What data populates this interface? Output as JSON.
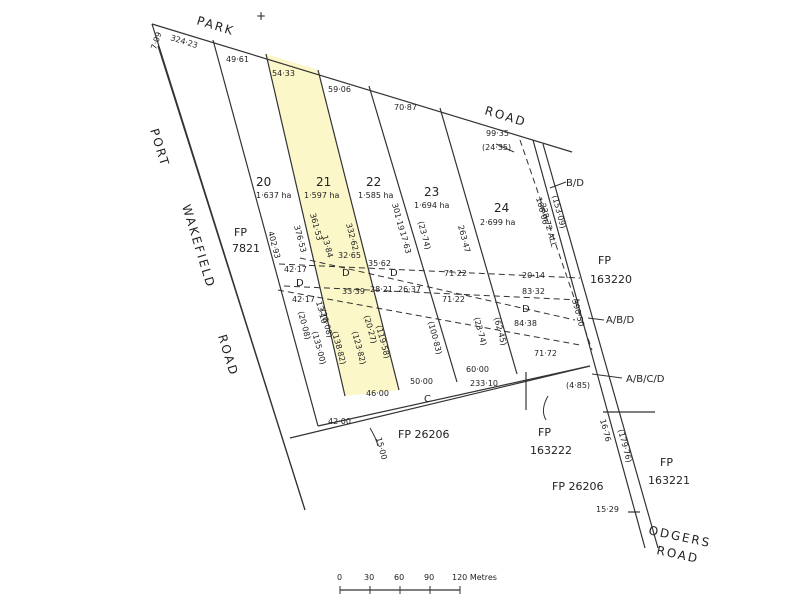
{
  "roads": {
    "park": "PARK",
    "road_top": "ROAD",
    "port": "PORT",
    "wakefield": "WAKEFIELD",
    "road_left": "ROAD",
    "odgers": "ODGERS",
    "road_bottom": "ROAD"
  },
  "lots": [
    {
      "number": "20",
      "area": "1·637 ha"
    },
    {
      "number": "21",
      "area": "1·597 ha"
    },
    {
      "number": "22",
      "area": "1·585 ha"
    },
    {
      "number": "23",
      "area": "1·694 ha"
    },
    {
      "number": "24",
      "area": "2·699 ha"
    }
  ],
  "highlight_color": "#fbf7c8",
  "references": {
    "fp7821": "FP",
    "fp7821_num": "7821",
    "fp163220": "FP",
    "fp163220_num": "163220",
    "fp26206_a": "FP 26206",
    "fp163222": "FP",
    "fp163222_num": "163222",
    "fp163221": "FP",
    "fp163221_num": "163221",
    "fp26206_b": "FP 26206"
  },
  "easements": {
    "bd": "B/D",
    "abd": "A/B/D",
    "abcd": "A/B/C/D",
    "d1": "D",
    "d2": "D",
    "d3": "D",
    "d4": "D",
    "c": "C"
  },
  "dimensions": {
    "d324": "324·23",
    "d709": "7·09",
    "d4961": "49·61",
    "d5433": "54·33",
    "d5906": "59·06",
    "d7087": "70·87",
    "d9935": "99·35",
    "d2435": "(24·35)",
    "d40293": "402·93",
    "d37653": "376·53",
    "d36153": "361·53",
    "d1384": "13·84",
    "d33262": "332·62",
    "d3265": "32·65",
    "d30119": "301·19",
    "d1763": "17·63",
    "d2374a": "(23·74)",
    "d26347": "263·47",
    "d16606": "166·06",
    "d23872": "238·72 ALL",
    "d15309": "(153·09)",
    "d4217a": "42·17",
    "d3562": "35·62",
    "d7122a": "71·22",
    "d2014": "20·14",
    "d8332": "83·32",
    "d4217b": "42·17",
    "d3339": "33·39",
    "d2821": "28·21",
    "d2637": "26·37",
    "d7122b": "71·22",
    "d1310": "13·10",
    "d2008a": "(20·08)",
    "d13500": "(135·00)",
    "d2008b": "(20·08)",
    "d13882": "(138·82)",
    "d12382": "(123·82)",
    "d2027": "(20·27)",
    "d11958": "(119·58)",
    "d10083": "(100·83)",
    "d2374b": "(23·74)",
    "d6245": "(62·45)",
    "d8438": "84·38",
    "d39050": "390·50",
    "d7172": "71·72",
    "d485": "(4·85)",
    "d4600": "46·00",
    "d5000": "50·00",
    "d6000": "60·00",
    "d23310": "233·10",
    "d4200": "42·00",
    "d1500": "15·00",
    "d1476": "16·76",
    "d17976": "(179·76)",
    "d1529": "15·29"
  },
  "scale": {
    "ticks": [
      "0",
      "30",
      "60",
      "90",
      "120 Metres"
    ]
  }
}
